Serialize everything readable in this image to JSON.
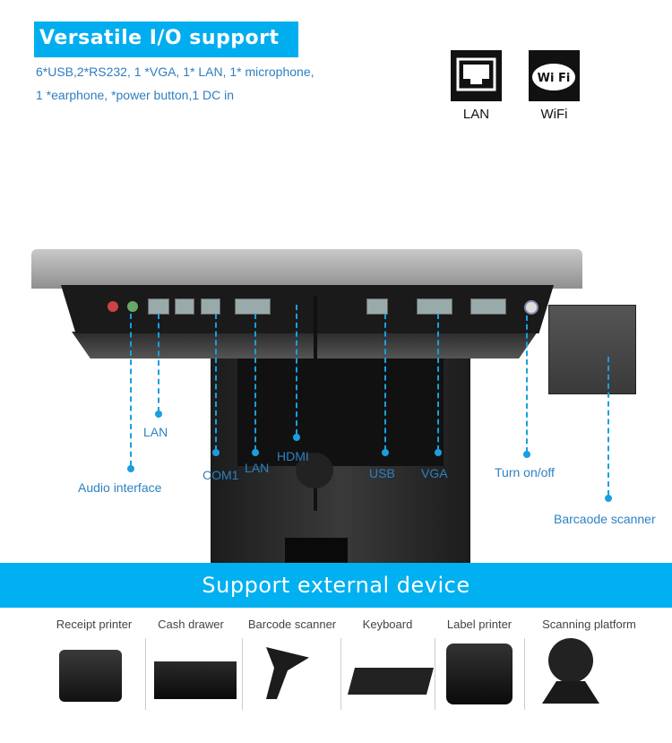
{
  "header": {
    "title": "Versatile I/O support",
    "desc_line1": "6*USB,2*RS232, 1 *VGA, 1* LAN, 1* microphone,",
    "desc_line2": "1 *earphone, *power button,1 DC in"
  },
  "badges": [
    {
      "label": "LAN",
      "icon": "lan-port-icon"
    },
    {
      "label": "WiFi",
      "icon": "wifi-icon",
      "icon_text": "Wi Fi"
    }
  ],
  "callouts": {
    "audio": "Audio interface",
    "lan1": "LAN",
    "com1": "COM1",
    "lan2": "LAN",
    "hdmi": "HDMI",
    "usb": "USB",
    "vga": "VGA",
    "power": "Turn on/off",
    "scanner": "Barcaode scanner"
  },
  "banner": {
    "title": "Support external device"
  },
  "devices": [
    {
      "label": "Receipt printer"
    },
    {
      "label": "Cash drawer"
    },
    {
      "label": "Barcode scanner"
    },
    {
      "label": "Keyboard"
    },
    {
      "label": "Label printer"
    },
    {
      "label": "Scanning platform"
    }
  ],
  "colors": {
    "accent": "#00b0f0",
    "callout": "#1a9ee0"
  }
}
